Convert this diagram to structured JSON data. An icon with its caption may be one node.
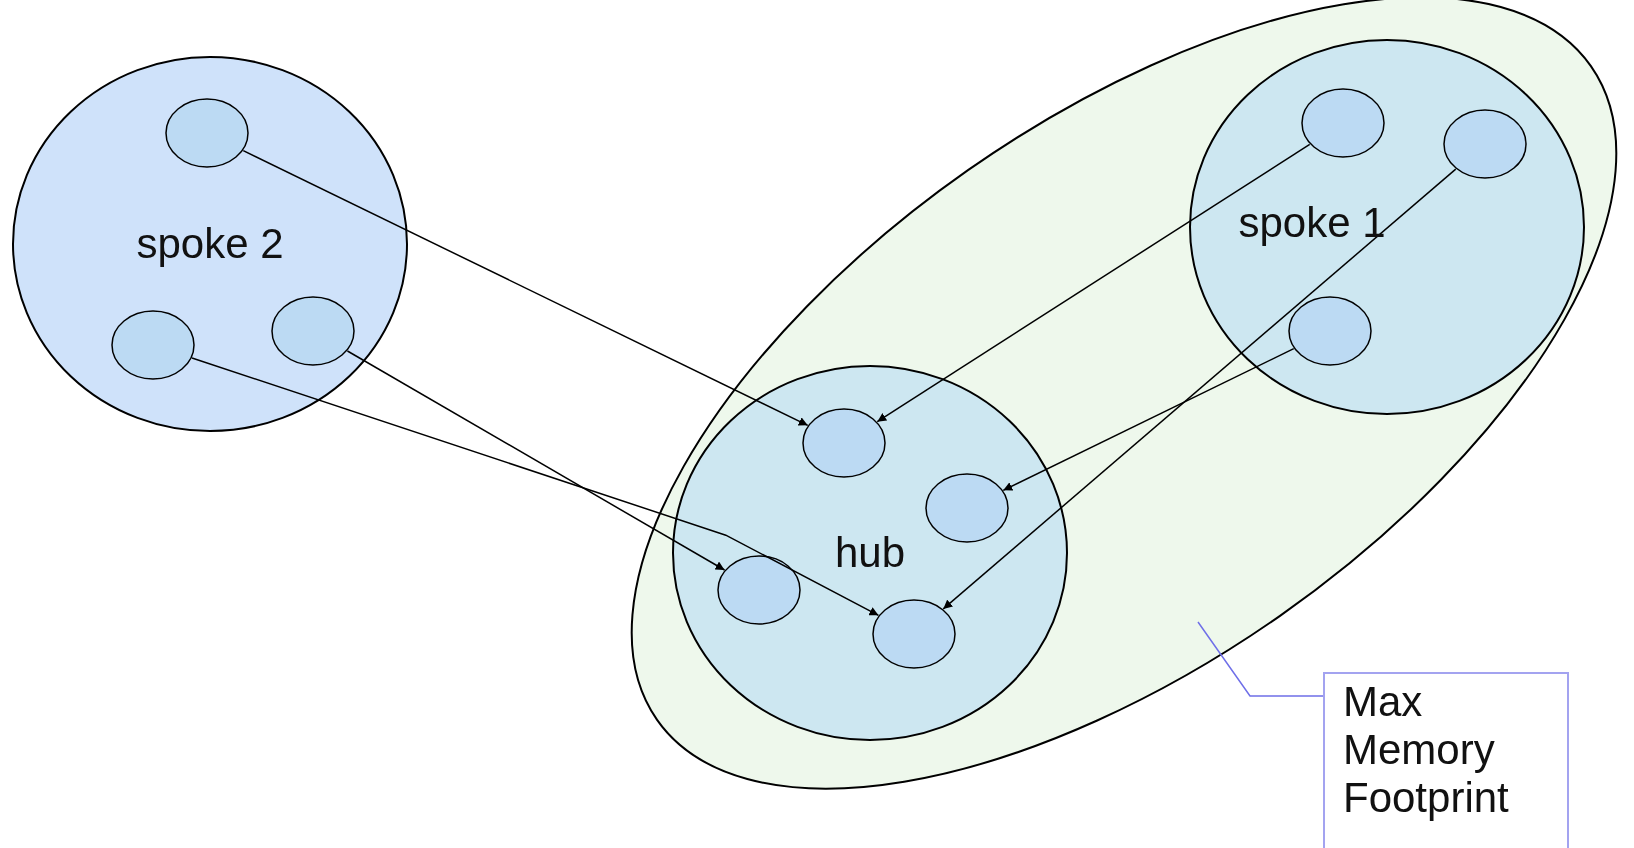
{
  "diagram": {
    "nodes": [
      {
        "text": [],
        "shape": "ellipse"
      },
      {
        "text": [
          "spoke 2"
        ]
      },
      {
        "text": [],
        "shape": "circle",
        "in": 1
      },
      {
        "text": [],
        "shape": "circle",
        "in": 1
      },
      {
        "text": [],
        "shape": "circle",
        "in": 1
      },
      {
        "text": [
          "spoke 1"
        ],
        "in": 0
      },
      {
        "text": [],
        "shape": "circle",
        "in": 5
      },
      {
        "text": [],
        "shape": "circle",
        "in": 5
      },
      {
        "text": [],
        "shape": "circle",
        "in": 5
      },
      {
        "text": [
          "hub"
        ],
        "in": 0
      },
      {
        "text": [],
        "shape": "circle",
        "in": 9
      },
      {
        "text": [],
        "shape": "circle",
        "in": 9
      },
      {
        "text": [],
        "shape": "circle",
        "in": 9
      },
      {
        "text": [],
        "shape": "circle",
        "in": 9
      },
      {
        "text": [
          "Max Memory Footprint"
        ]
      }
    ],
    "edges": [
      {
        "from": 2,
        "to": 10,
        "arrow": "to"
      },
      {
        "from": 3,
        "to": 13,
        "arrow": "to"
      },
      {
        "from": 4,
        "to": 12,
        "arrow": "to"
      },
      {
        "from": 6,
        "to": 10,
        "arrow": "to"
      },
      {
        "from": 7,
        "to": 13,
        "arrow": "to"
      },
      {
        "from": 8,
        "to": 11,
        "arrow": "to"
      },
      {
        "from": 14,
        "to": 0,
        "arrow": "none",
        "color": "#6f6fe8"
      }
    ]
  }
}
